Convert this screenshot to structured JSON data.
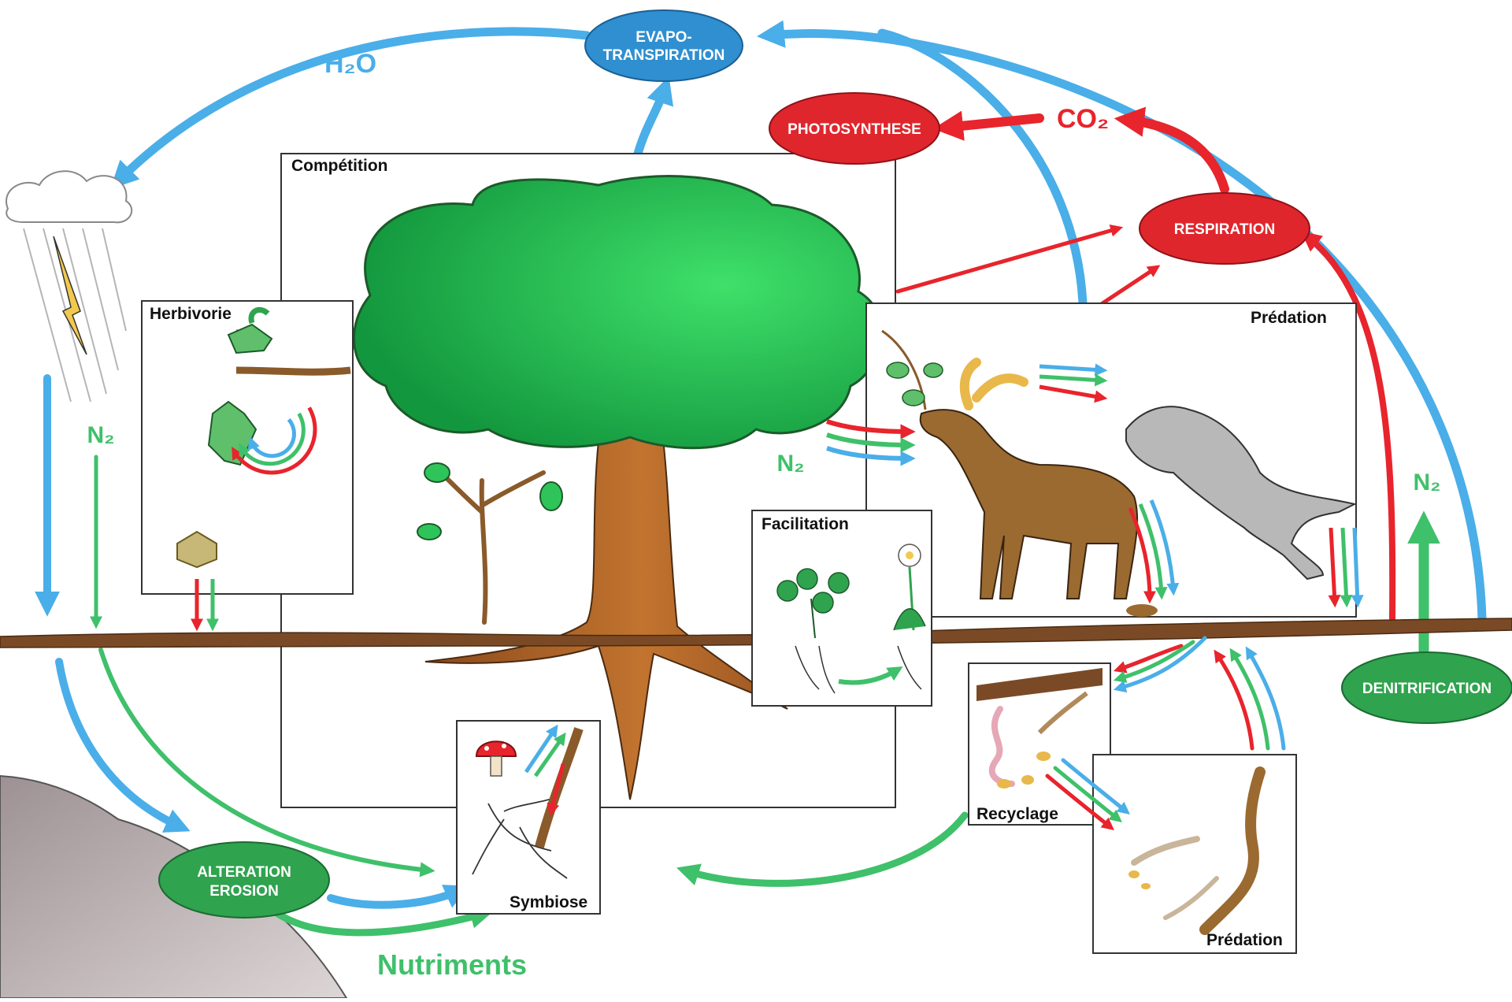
{
  "colors": {
    "water": "#4aaee8",
    "carbon": "#e8242c",
    "nitrogen": "#3fc06a",
    "node_blue": "#2f8fd0",
    "node_red": "#e0262d",
    "node_green": "#2fa34e",
    "foliage": "#2fc45a",
    "trunk": "#b8692c",
    "soil": "#7a4a26",
    "rock": "#b8aeb0"
  },
  "nodes": {
    "evapotranspiration": [
      "EVAPO-",
      "TRANSPIRATION"
    ],
    "photosynthese": "PHOTOSYNTHESE",
    "respiration": "RESPIRATION",
    "denitrification": "DENITRIFICATION",
    "alteration_erosion": [
      "ALTERATION",
      "EROSION"
    ]
  },
  "flow_labels": {
    "h2o": "H₂O",
    "co2": "CO₂",
    "n2_left": "N₂",
    "n2_center": "N₂",
    "n2_right": "N₂",
    "nutriments": "Nutriments"
  },
  "boxes": {
    "competition": "Compétition",
    "herbivorie": "Herbivorie",
    "predation_top": "Prédation",
    "facilitation": "Facilitation",
    "symbiose": "Symbiose",
    "recyclage": "Recyclage",
    "predation_bottom": "Prédation"
  },
  "icons": [
    "cloud-icon",
    "rain-icon",
    "lightning-icon",
    "tree-icon",
    "sapling-icon",
    "leaf-icon",
    "caterpillar-icon",
    "moose-icon",
    "wolf-icon",
    "clover-icon",
    "daisy-icon",
    "mushroom-icon",
    "worm-icon",
    "centipede-icon",
    "rock-icon",
    "soil-line"
  ]
}
